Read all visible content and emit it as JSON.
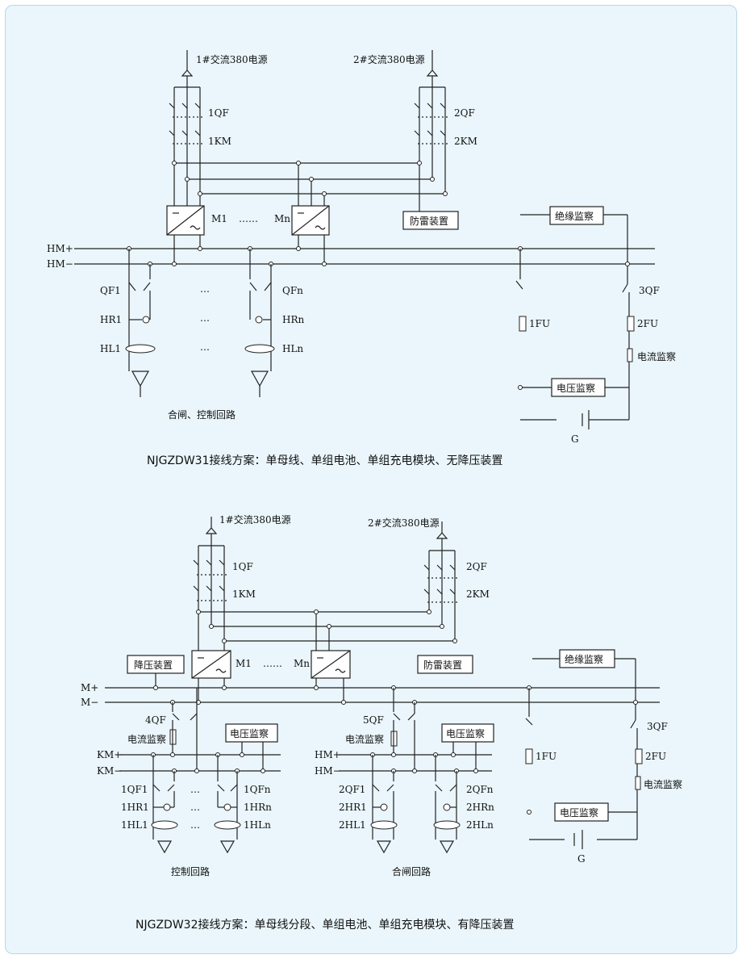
{
  "colors": {
    "background": "#eaf6fb",
    "frame_border": "#bcd6e2",
    "lines": "#222222"
  },
  "scheme1": {
    "caption": "NJGZDW31接线方案：单母线、单组电池、单组充电模块、无降压装置",
    "source1": "1#交流380电源",
    "source2": "2#交流380电源",
    "qf1": "1QF",
    "km1": "1KM",
    "qf2": "2QF",
    "km2": "2KM",
    "module_first": "M1",
    "module_dots": "……",
    "module_last": "Mn",
    "lightning": "防雷装置",
    "insulation": "绝缘监察",
    "bus_plus": "HM+",
    "bus_minus": "HM−",
    "qf_first": "QF1",
    "qf_last": "QFn",
    "hr_first": "HR1",
    "hr_last": "HRn",
    "hl_first": "HL1",
    "hl_last": "HLn",
    "ellipsis": "…",
    "feeder_label": "合闸、控制回路",
    "qf3": "3QF",
    "fu1": "1FU",
    "fu2": "2FU",
    "current_monitor": "电流监察",
    "voltage_monitor": "电压监察",
    "battery": "G"
  },
  "scheme2": {
    "caption": "NJGZDW32接线方案：单母线分段、单组电池、单组充电模块、有降压装置",
    "source1": "1#交流380电源",
    "source2": "2#交流380电源",
    "qf1": "1QF",
    "km1": "1KM",
    "qf2": "2QF",
    "km2": "2KM",
    "module_first": "M1",
    "module_dots": "……",
    "module_last": "Mn",
    "step_down": "降压装置",
    "lightning": "防雷装置",
    "insulation": "绝缘监察",
    "bus_plus": "M+",
    "bus_minus": "M−",
    "qf4": "4QF",
    "qf5": "5QF",
    "current_monitor_left": "电流监察",
    "voltage_monitor_left": "电压监察",
    "current_monitor_mid": "电流监察",
    "voltage_monitor_mid": "电压监察",
    "km_plus": "KM+",
    "km_minus": "KM−",
    "hm_plus": "HM+",
    "hm_minus": "HM−",
    "qf1_first": "1QF1",
    "qf1_last": "1QFn",
    "hr1_first": "1HR1",
    "hr1_last": "1HRn",
    "hl1_first": "1HL1",
    "hl1_last": "1HLn",
    "qf2_first": "2QF1",
    "qf2_last": "2QFn",
    "hr2_first": "2HR1",
    "hr2_last": "2HRn",
    "hl2_first": "2HL1",
    "hl2_last": "2HLn",
    "ellipsis": "…",
    "control_label": "控制回路",
    "closing_label": "合闸回路",
    "qf3": "3QF",
    "fu1": "1FU",
    "fu2": "2FU",
    "current_monitor": "电流监察",
    "voltage_monitor": "电压监察",
    "battery": "G"
  }
}
